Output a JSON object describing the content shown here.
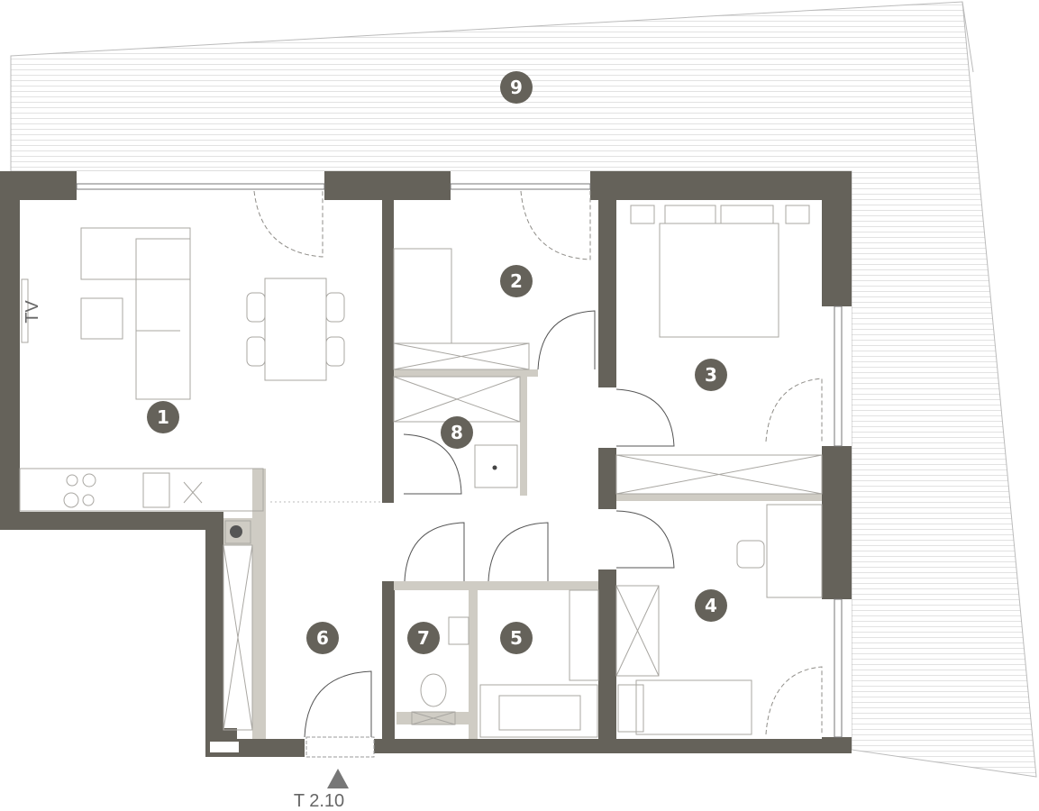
{
  "plan": {
    "rooms": [
      {
        "number": "1"
      },
      {
        "number": "2"
      },
      {
        "number": "3"
      },
      {
        "number": "4"
      },
      {
        "number": "5"
      },
      {
        "number": "6"
      },
      {
        "number": "7"
      },
      {
        "number": "8"
      },
      {
        "number": "9"
      }
    ],
    "tv_label": "TV",
    "entrance_label": "T 2.10",
    "colors": {
      "wall": "#65625a",
      "partition": "#cfccc4",
      "badge": "#65625a"
    }
  }
}
